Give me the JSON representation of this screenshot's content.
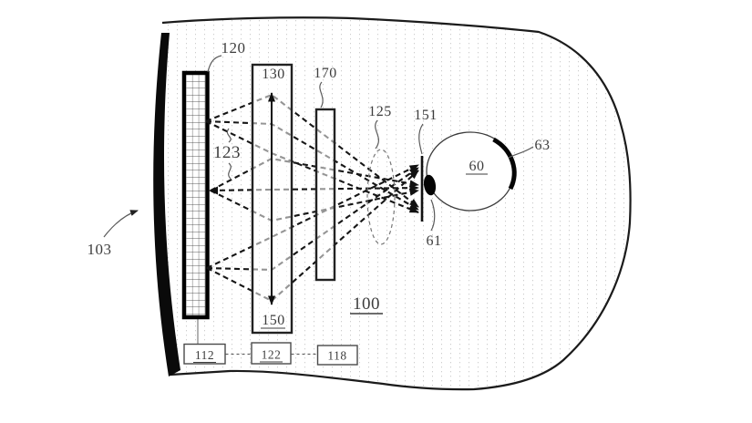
{
  "diagram": {
    "labels": {
      "housing": "103",
      "display": "120",
      "rays": "123",
      "lens": "130",
      "lens_axis": "150",
      "optical_element": "170",
      "eyebox": "125",
      "pupil_plane": "151",
      "pupil": "61",
      "eye": "60",
      "sclera": "63",
      "system": "100",
      "module_left": "112",
      "module_center": "122",
      "module_right": "118"
    },
    "colors": {
      "ink": "#1b1b1b",
      "label": "#3d3d3d",
      "paper": "#ffffff"
    }
  }
}
